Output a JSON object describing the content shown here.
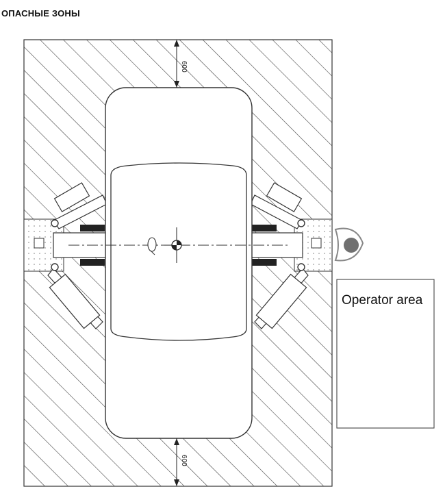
{
  "header": {
    "title": "ОПАСНЫЕ ЗОНЫ"
  },
  "dimensions": {
    "top": "600",
    "bottom": "600"
  },
  "operator_area": {
    "label": "Operator area"
  },
  "colors": {
    "line": "#333333",
    "hatch": "#444444",
    "operator": "#707070"
  }
}
